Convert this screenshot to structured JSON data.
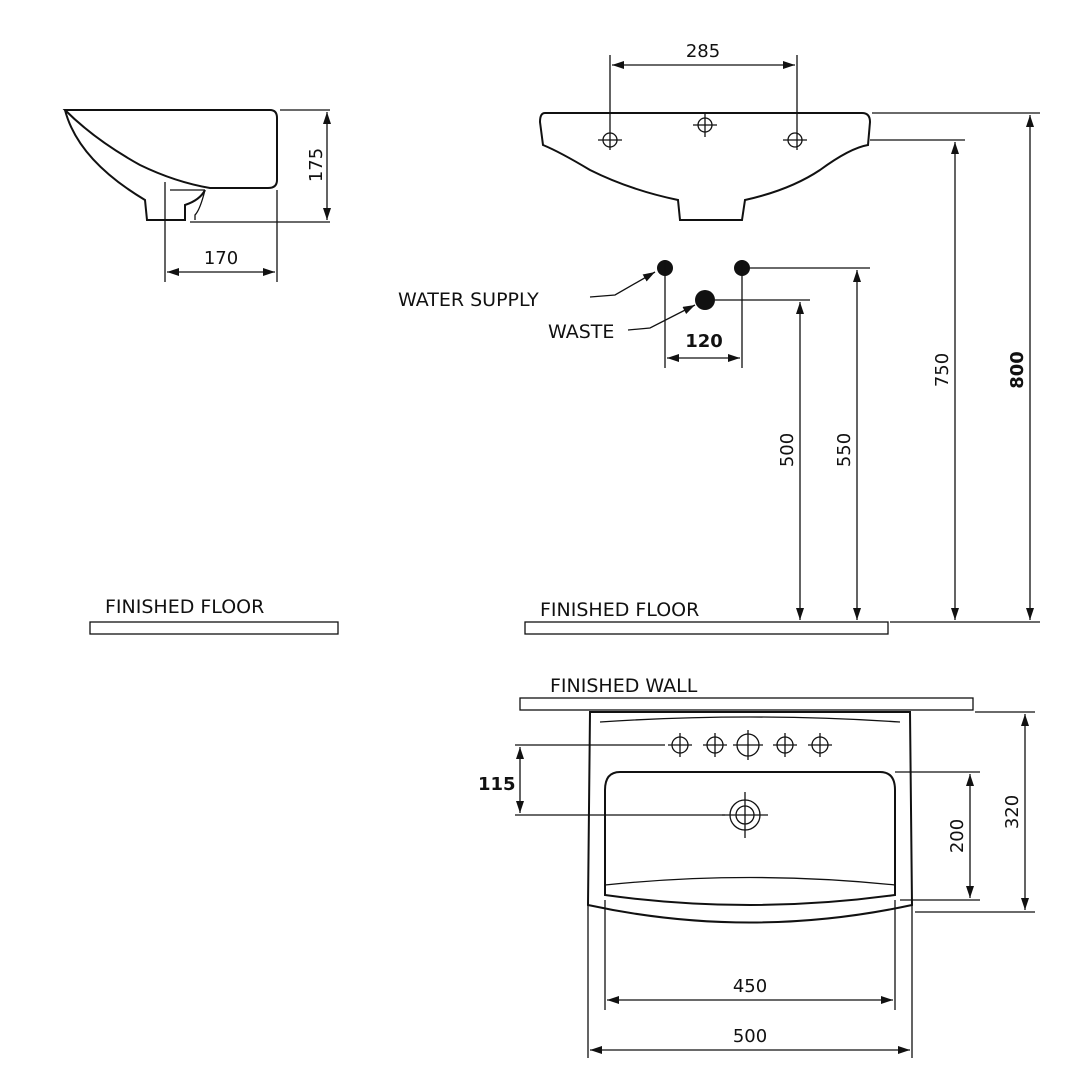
{
  "labels": {
    "water_supply": "WATER SUPPLY",
    "waste": "WASTE",
    "finished_floor_left": "FINISHED FLOOR",
    "finished_floor_right": "FINISHED FLOOR",
    "finished_wall": "FINISHED WALL"
  },
  "dimensions": {
    "side_height": "175",
    "side_depth": "170",
    "tap_spacing": "285",
    "supply_spacing": "120",
    "waste_height": "500",
    "supply_height": "550",
    "rim_under_height": "750",
    "rim_height": "800",
    "tap_to_drain": "115",
    "bowl_depth": "200",
    "overall_depth": "320",
    "bowl_width": "450",
    "overall_width": "500"
  }
}
